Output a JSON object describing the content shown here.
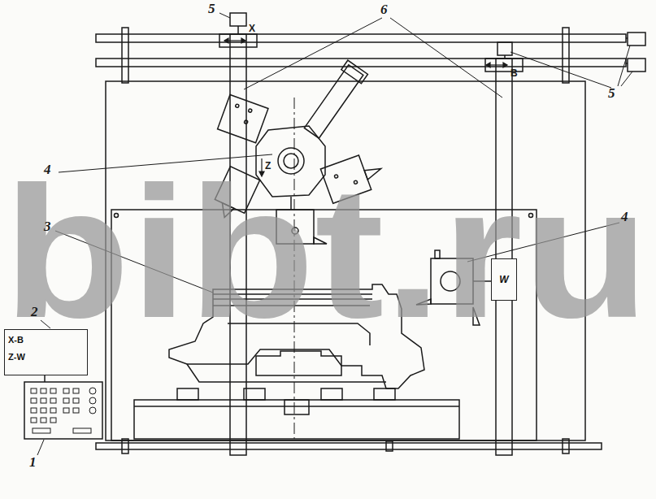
{
  "diagram": {
    "nodes": [
      {
        "text": [
          "X-B",
          "Z-W"
        ]
      },
      {
        "text": [
          "W"
        ]
      }
    ],
    "labels": [
      "5",
      "6",
      "5",
      "4",
      "4",
      "3",
      "2",
      "1",
      "X",
      "B",
      "Z",
      "bibt.ru"
    ]
  }
}
